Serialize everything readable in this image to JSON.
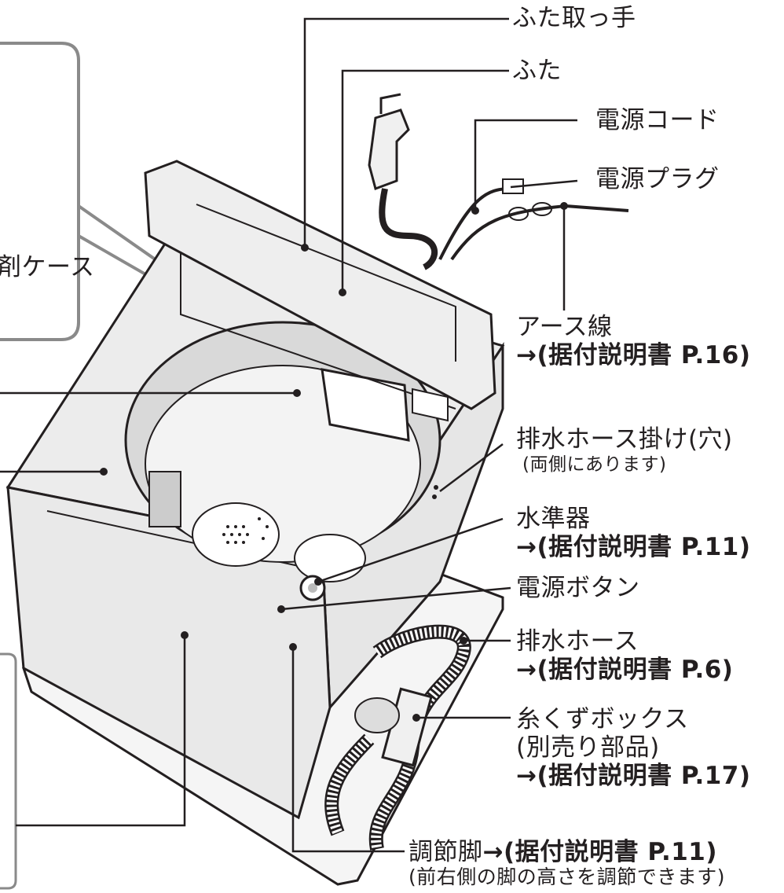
{
  "labels": {
    "lid_handle": "ふた取っ手",
    "lid": "ふた",
    "power_cord": "電源コード",
    "power_plug": "電源プラグ",
    "earth_wire": "アース線",
    "earth_wire_ref": "→(据付説明書 P.16)",
    "drain_hose_hook": "排水ホース掛け(穴)",
    "drain_hose_hook_note": "(両側にあります)",
    "level": "水準器",
    "level_ref": "→(据付説明書 P.11)",
    "power_button": "電源ボタン",
    "drain_hose": "排水ホース",
    "drain_hose_ref": "→(据付説明書 P.6)",
    "lint_box": "糸くずボックス",
    "lint_box_note": "(別売り部品)",
    "lint_box_ref": "→(据付説明書 P.17)",
    "adjust_leg": "調節脚",
    "adjust_leg_ref": "→(据付説明書 P.11)",
    "adjust_leg_note": "(前右側の脚の高さを調節できます)",
    "left_case_partial": "剤ケース"
  }
}
